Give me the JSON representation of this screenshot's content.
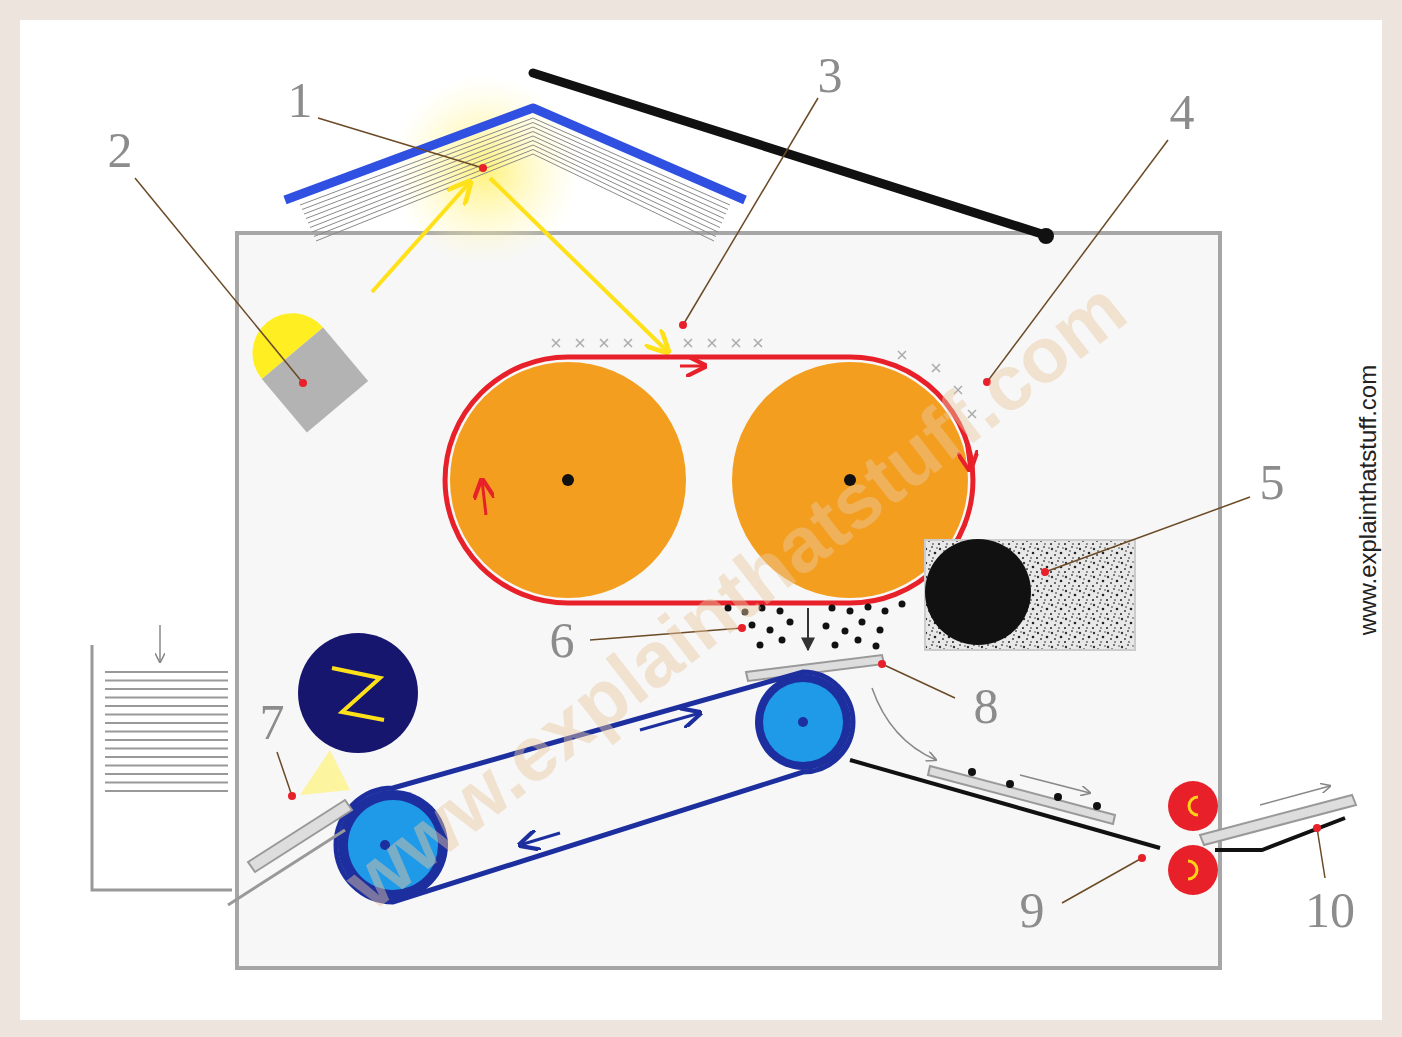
{
  "diagram": {
    "labels": [
      "1",
      "2",
      "3",
      "4",
      "5",
      "6",
      "7",
      "8",
      "9",
      "10",
      "www.explainthatstuff.com",
      "www.explainthatstuff.com"
    ]
  }
}
